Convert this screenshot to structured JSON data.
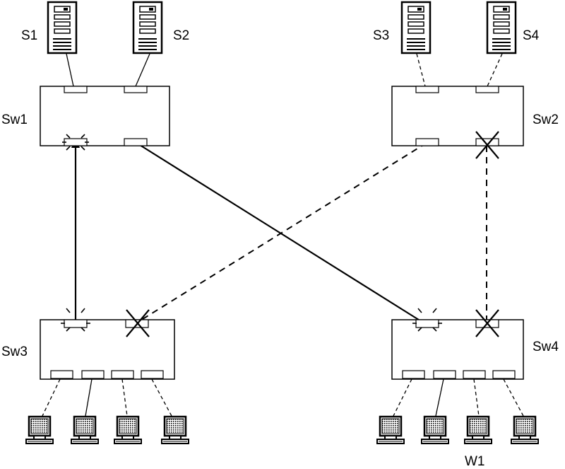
{
  "servers": [
    {
      "label": "S1"
    },
    {
      "label": "S2"
    },
    {
      "label": "S3"
    },
    {
      "label": "S4"
    }
  ],
  "switches": [
    {
      "label": "Sw1"
    },
    {
      "label": "Sw2"
    },
    {
      "label": "Sw3"
    },
    {
      "label": "Sw4"
    }
  ],
  "workstation_label": "W1",
  "links": [
    {
      "from": "Sw1",
      "to": "Sw3",
      "style": "solid",
      "state": "active"
    },
    {
      "from": "Sw1",
      "to": "Sw4",
      "style": "solid",
      "state": "active"
    },
    {
      "from": "Sw2",
      "to": "Sw3",
      "style": "dashed",
      "state": "blocked"
    },
    {
      "from": "Sw2",
      "to": "Sw4",
      "style": "dashed",
      "state": "blocked"
    }
  ],
  "icons": [
    "server-icon",
    "workstation-icon",
    "switch-icon",
    "blocked-port-icon",
    "active-port-icon"
  ]
}
